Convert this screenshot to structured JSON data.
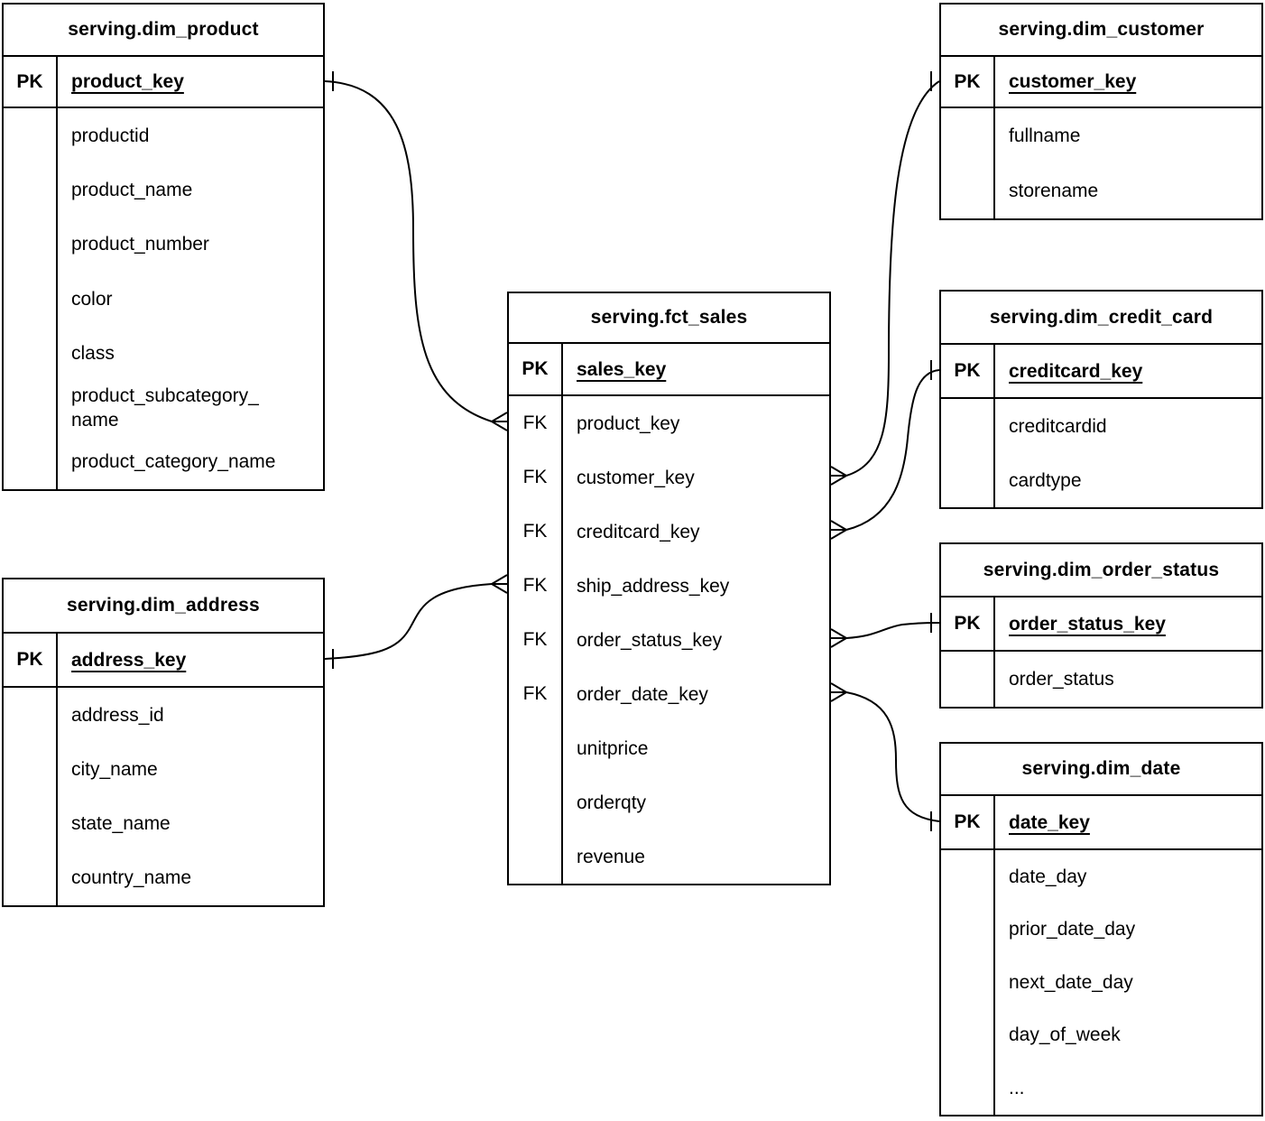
{
  "diagram": {
    "colors": {
      "background": "#ffffff",
      "line": "#000000",
      "text": "#000000"
    },
    "tables": [
      {
        "id": "dim_product",
        "title": "serving.dim_product",
        "pk": {
          "label": "PK",
          "field": "product_key"
        },
        "fields": [
          {
            "key": "",
            "name": "productid"
          },
          {
            "key": "",
            "name": "product_name"
          },
          {
            "key": "",
            "name": "product_number"
          },
          {
            "key": "",
            "name": "color"
          },
          {
            "key": "",
            "name": "class"
          },
          {
            "key": "",
            "name": "product_subcategory_name",
            "wrap": true
          },
          {
            "key": "",
            "name": "product_category_name"
          }
        ]
      },
      {
        "id": "dim_address",
        "title": "serving.dim_address",
        "pk": {
          "label": "PK",
          "field": "address_key"
        },
        "fields": [
          {
            "key": "",
            "name": "address_id"
          },
          {
            "key": "",
            "name": "city_name"
          },
          {
            "key": "",
            "name": "state_name"
          },
          {
            "key": "",
            "name": "country_name"
          }
        ]
      },
      {
        "id": "fct_sales",
        "title": "serving.fct_sales",
        "pk": {
          "label": "PK",
          "field": "sales_key"
        },
        "fields": [
          {
            "key": "FK",
            "name": "product_key"
          },
          {
            "key": "FK",
            "name": "customer_key"
          },
          {
            "key": "FK",
            "name": "creditcard_key"
          },
          {
            "key": "FK",
            "name": "ship_address_key"
          },
          {
            "key": "FK",
            "name": "order_status_key"
          },
          {
            "key": "FK",
            "name": "order_date_key"
          },
          {
            "key": "",
            "name": "unitprice"
          },
          {
            "key": "",
            "name": "orderqty"
          },
          {
            "key": "",
            "name": "revenue"
          }
        ]
      },
      {
        "id": "dim_customer",
        "title": "serving.dim_customer",
        "pk": {
          "label": "PK",
          "field": "customer_key"
        },
        "fields": [
          {
            "key": "",
            "name": "fullname"
          },
          {
            "key": "",
            "name": "storename"
          }
        ]
      },
      {
        "id": "dim_credit_card",
        "title": "serving.dim_credit_card",
        "pk": {
          "label": "PK",
          "field": "creditcard_key"
        },
        "fields": [
          {
            "key": "",
            "name": "creditcardid"
          },
          {
            "key": "",
            "name": "cardtype"
          }
        ]
      },
      {
        "id": "dim_order_status",
        "title": "serving.dim_order_status",
        "pk": {
          "label": "PK",
          "field": "order_status_key"
        },
        "fields": [
          {
            "key": "",
            "name": "order_status"
          }
        ]
      },
      {
        "id": "dim_date",
        "title": "serving.dim_date",
        "pk": {
          "label": "PK",
          "field": "date_key"
        },
        "fields": [
          {
            "key": "",
            "name": "date_day"
          },
          {
            "key": "",
            "name": "prior_date_day"
          },
          {
            "key": "",
            "name": "next_date_day"
          },
          {
            "key": "",
            "name": "day_of_week"
          },
          {
            "key": "",
            "name": "..."
          }
        ]
      }
    ],
    "relationships": [
      {
        "from": "serving.dim_product.product_key",
        "to": "serving.fct_sales.product_key",
        "type": "one-to-many"
      },
      {
        "from": "serving.dim_customer.customer_key",
        "to": "serving.fct_sales.customer_key",
        "type": "one-to-many"
      },
      {
        "from": "serving.dim_credit_card.creditcard_key",
        "to": "serving.fct_sales.creditcard_key",
        "type": "one-to-many"
      },
      {
        "from": "serving.dim_address.address_key",
        "to": "serving.fct_sales.ship_address_key",
        "type": "one-to-many"
      },
      {
        "from": "serving.dim_order_status.order_status_key",
        "to": "serving.fct_sales.order_status_key",
        "type": "one-to-many"
      },
      {
        "from": "serving.dim_date.date_key",
        "to": "serving.fct_sales.order_date_key",
        "type": "one-to-many"
      }
    ]
  }
}
